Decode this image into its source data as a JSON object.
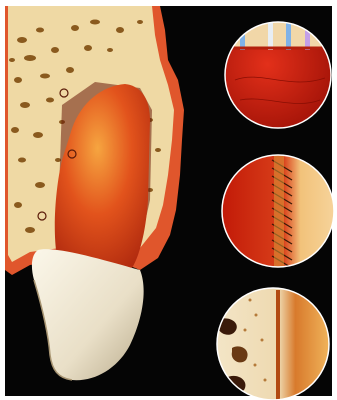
{
  "image": {
    "subject": "tooth-periodontium-illustration",
    "panels": [
      "tooth-cross-section",
      "detail-pulp-vessels",
      "detail-periodontal-ligament-fibers",
      "detail-alveolar-bone"
    ]
  },
  "colors": {
    "background": "#050505",
    "bone": "#efd9a4",
    "bone_pore": "#8a5a1e",
    "root": "#d8421a",
    "root_highlight": "#f4a23a",
    "crown": "#f1ead9",
    "gingiva": "#e0542a",
    "detail_red": "#c4180a",
    "vessel_blue": "#7fb2e8",
    "ligament": "#d89a3a"
  }
}
